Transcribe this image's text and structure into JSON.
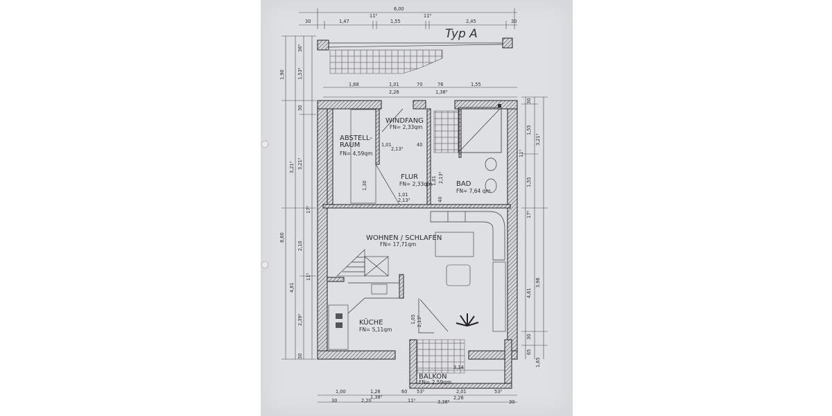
{
  "title": "Typ A",
  "rooms": {
    "windfang": {
      "name": "WINDFANG",
      "area": "FN= 2,33qm"
    },
    "abstellraum": {
      "name1": "ABSTELL-",
      "name2": "RAUM",
      "area": "FN= 4,59qm"
    },
    "flur": {
      "name": "FLUR",
      "area": "FN= 2,33qm"
    },
    "bad": {
      "name": "BAD",
      "area": "FN= 7,64 qm"
    },
    "wohnen": {
      "name": "WOHNEN / SCHLAFEN",
      "area": "FN= 17,71qm"
    },
    "kueche": {
      "name": "KÜCHE",
      "area": "FN= 5,11qm"
    },
    "balkon": {
      "name": "BALKON",
      "area": "FN= 2,59qm"
    }
  },
  "dims": {
    "top_total": "6,00",
    "top": [
      "30",
      "1,47",
      "11⁵",
      "1,55",
      "11⁵",
      "2,45",
      "30"
    ],
    "upper": [
      "1,68",
      "1,01",
      "2,26",
      "70",
      "76",
      "1,38⁵",
      "1,55"
    ],
    "left_outer": [
      "1,90",
      "3,21⁵",
      "8,60",
      "4,61"
    ],
    "left_inner": [
      "36⁵",
      "1,53⁵",
      "30",
      "3,21⁵",
      "17⁵",
      "2,10",
      "11⁵",
      "2,39⁵",
      "30"
    ],
    "right_inner": [
      "30",
      "1,55",
      "11⁵",
      "1,55",
      "17⁵",
      "4,61",
      "30",
      "65",
      "1,65"
    ],
    "right_outer": [
      "3,21⁵",
      "3,96"
    ],
    "interior": [
      "1,01",
      "2,13⁵",
      "40",
      "1,30",
      "1,01",
      "2,13⁵",
      "1,01",
      "2,13⁵",
      "40",
      "1,05",
      "2,13⁵",
      "3,14"
    ],
    "bottom": [
      "1,00",
      "1,26",
      "1,38⁵",
      "60",
      "53⁵",
      "2,01",
      "2,26",
      "53⁵",
      "30",
      "2,20",
      "11⁵",
      "3,38⁵",
      "30"
    ]
  }
}
